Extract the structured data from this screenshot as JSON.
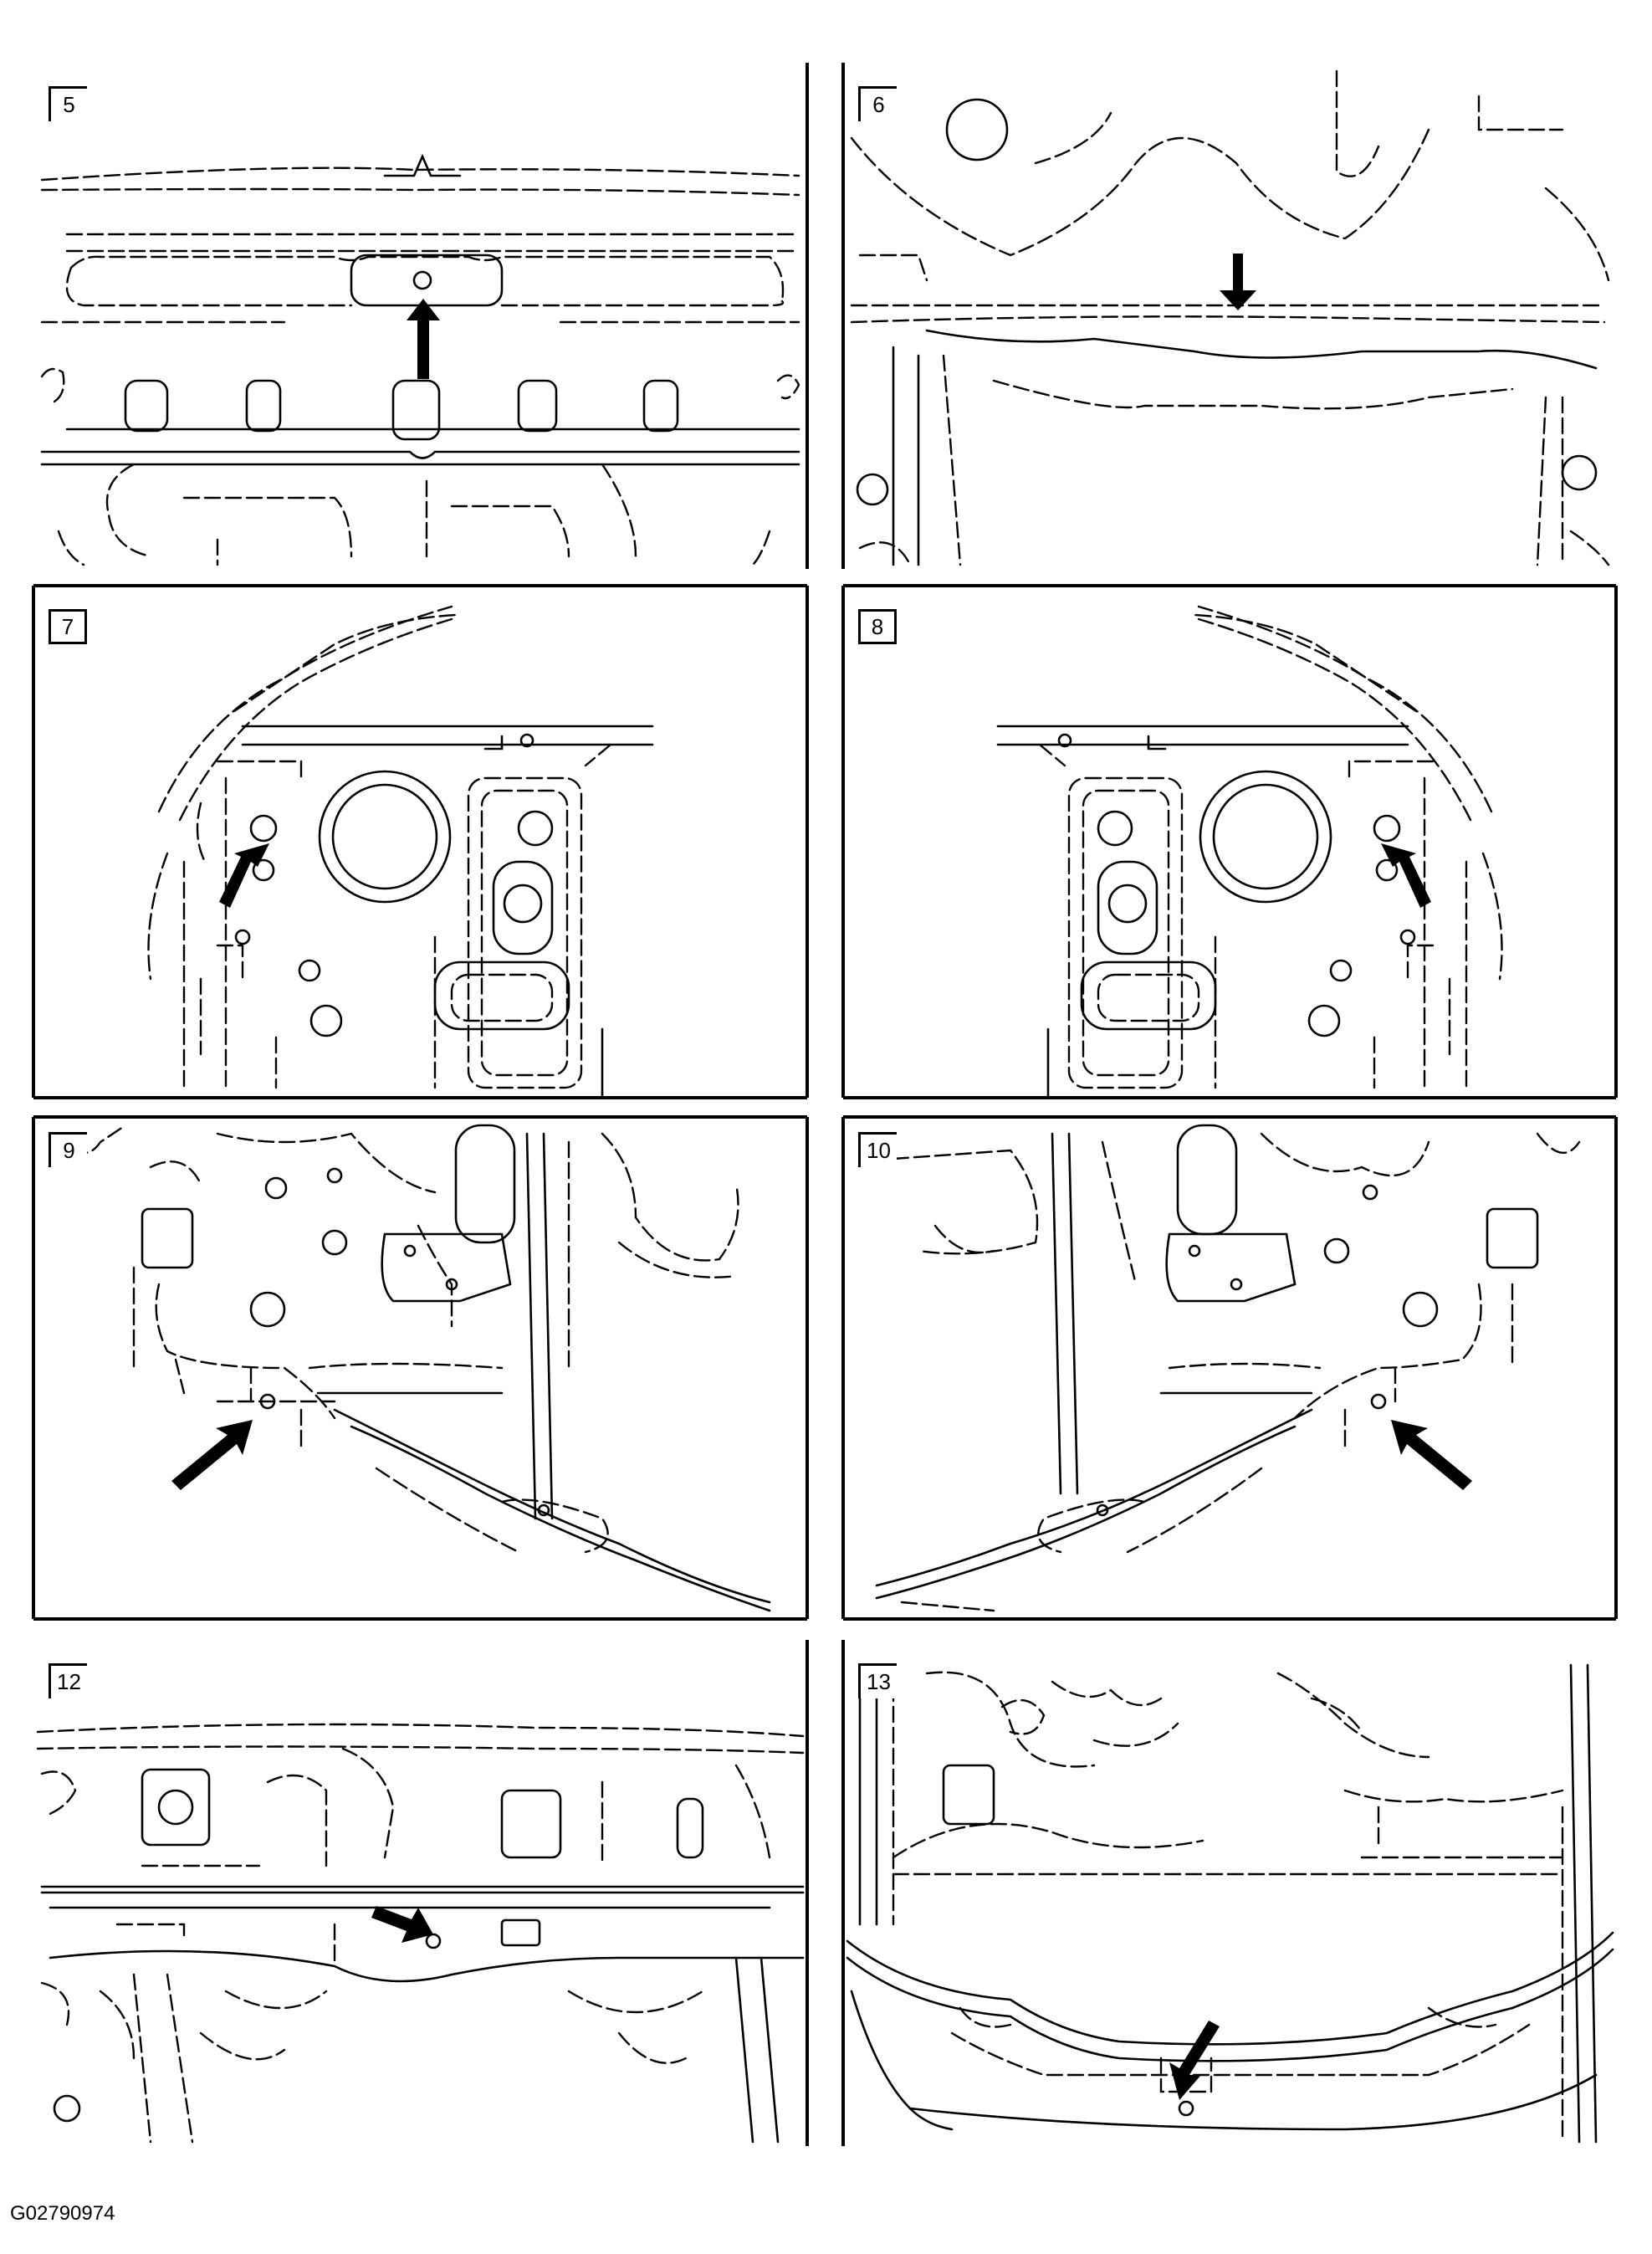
{
  "figure": {
    "id": "G02790974"
  },
  "panels": [
    {
      "number": "5"
    },
    {
      "number": "6"
    },
    {
      "number": "7"
    },
    {
      "number": "8"
    },
    {
      "number": "9"
    },
    {
      "number": "10"
    },
    {
      "number": "12"
    },
    {
      "number": "13"
    }
  ],
  "colors": {
    "line": "#000000",
    "background": "#ffffff"
  }
}
